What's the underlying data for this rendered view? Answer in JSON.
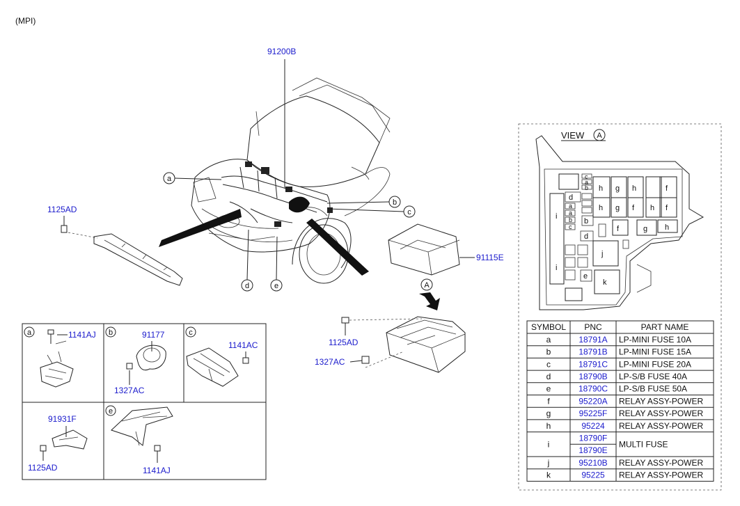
{
  "header": {
    "variant": "(MPI)"
  },
  "callouts": {
    "harness": "91200B",
    "fuse_cover": "91115E",
    "bolt_left": "1125AD",
    "bolt_box": "1125AD",
    "nut_box": "1327AC",
    "view_arrow": "A"
  },
  "circle_letters": [
    "a",
    "b",
    "c",
    "d",
    "e"
  ],
  "detail_panels": {
    "a": {
      "letter": "a",
      "part": "1141AJ"
    },
    "b": {
      "letter": "b",
      "part_top": "91177",
      "part_bottom": "1327AC"
    },
    "c": {
      "letter": "c",
      "part": "1141AC"
    },
    "f": {
      "part_top": "91931F",
      "part_bottom": "1125AD"
    },
    "e": {
      "letter": "e",
      "part": "1141AJ"
    }
  },
  "view": {
    "label": "VIEW",
    "circle": "A",
    "slot_letters": {
      "h": "h",
      "g": "g",
      "f": "f",
      "j": "j",
      "k": "k",
      "i": "i",
      "a": "a",
      "b": "b",
      "c": "c",
      "d": "d",
      "e": "e"
    }
  },
  "table": {
    "headers": [
      "SYMBOL",
      "PNC",
      "PART NAME"
    ],
    "rows": [
      {
        "symbol": "a",
        "pnc": [
          "18791A"
        ],
        "name": "LP-MINI FUSE 10A"
      },
      {
        "symbol": "b",
        "pnc": [
          "18791B"
        ],
        "name": "LP-MINI FUSE 15A"
      },
      {
        "symbol": "c",
        "pnc": [
          "18791C"
        ],
        "name": "LP-MINI FUSE 20A"
      },
      {
        "symbol": "d",
        "pnc": [
          "18790B"
        ],
        "name": "LP-S/B FUSE 40A"
      },
      {
        "symbol": "e",
        "pnc": [
          "18790C"
        ],
        "name": "LP-S/B FUSE 50A"
      },
      {
        "symbol": "f",
        "pnc": [
          "95220A"
        ],
        "name": "RELAY ASSY-POWER"
      },
      {
        "symbol": "g",
        "pnc": [
          "95225F"
        ],
        "name": "RELAY ASSY-POWER"
      },
      {
        "symbol": "h",
        "pnc": [
          "95224"
        ],
        "name": "RELAY ASSY-POWER"
      },
      {
        "symbol": "i",
        "pnc": [
          "18790F",
          "18790E"
        ],
        "name": "MULTI FUSE"
      },
      {
        "symbol": "j",
        "pnc": [
          "95210B"
        ],
        "name": "RELAY ASSY-POWER"
      },
      {
        "symbol": "k",
        "pnc": [
          "95225"
        ],
        "name": "RELAY ASSY-POWER"
      }
    ]
  }
}
